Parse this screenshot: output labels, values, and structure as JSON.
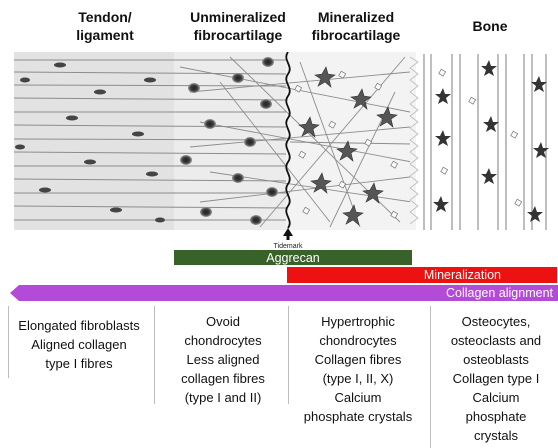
{
  "headers": {
    "tendon": "Tendon/\nligament",
    "unmin": "Unmineralized\nfibrocartilage",
    "min": "Mineralized\nfibrocartilage",
    "bone": "Bone"
  },
  "tidemark_label": "Tidemark",
  "bars": {
    "aggrecan": {
      "label": "Aggrecan",
      "color": "#38622a"
    },
    "mineralization": {
      "label": "Mineralization",
      "color": "#ee1111"
    },
    "collagen": {
      "label": "Collagen alignment",
      "color": "#b44ad8"
    }
  },
  "descriptions": {
    "tendon": "Elongated fibroblasts\nAligned collagen\ntype I fibres",
    "unmin": "Ovoid\nchondrocytes\nLess aligned\ncollagen fibres\n(type I and II)",
    "min": "Hypertrophic\nchondrocytes\nCollagen fibres\n(type I, II, X)\nCalcium\nphosphate crystals",
    "bone": "Osteocytes,\nosteoclasts and\nosteoblasts\nCollagen type I\nCalcium\nphosphate\ncrystals"
  },
  "colors": {
    "tissue_bg": "#e6e6e6",
    "bone_bg": "#ffffff",
    "fibre": "#8a8a8a",
    "cell_dark": "#3a3a3a"
  }
}
